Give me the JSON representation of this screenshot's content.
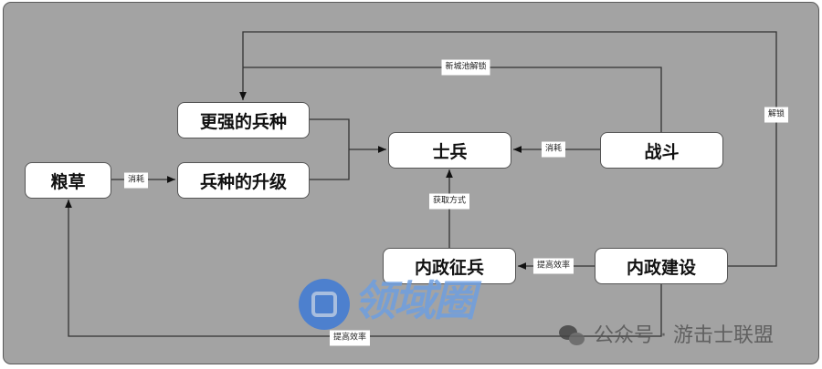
{
  "nodes": {
    "grain": "粮草",
    "stronger_units": "更强的兵种",
    "unit_upgrade": "兵种的升级",
    "soldiers": "士兵",
    "battle": "战斗",
    "conscription": "内政征兵",
    "construction": "内政建设"
  },
  "edge_labels": {
    "grain_consume": "消耗",
    "battle_consume": "消耗",
    "new_city_unlock": "新城池解锁",
    "unlock": "解锁",
    "acquire_method": "获取方式",
    "efficiency_conscription": "提高效率",
    "efficiency_grain": "提高效率"
  },
  "watermark": {
    "logo_text": "领域圈",
    "account": "公众号 · 游击士联盟"
  },
  "colors": {
    "background": "#a3a3a3",
    "node": "#ffffff",
    "line": "#333333",
    "logo": "#3f7bd6"
  }
}
